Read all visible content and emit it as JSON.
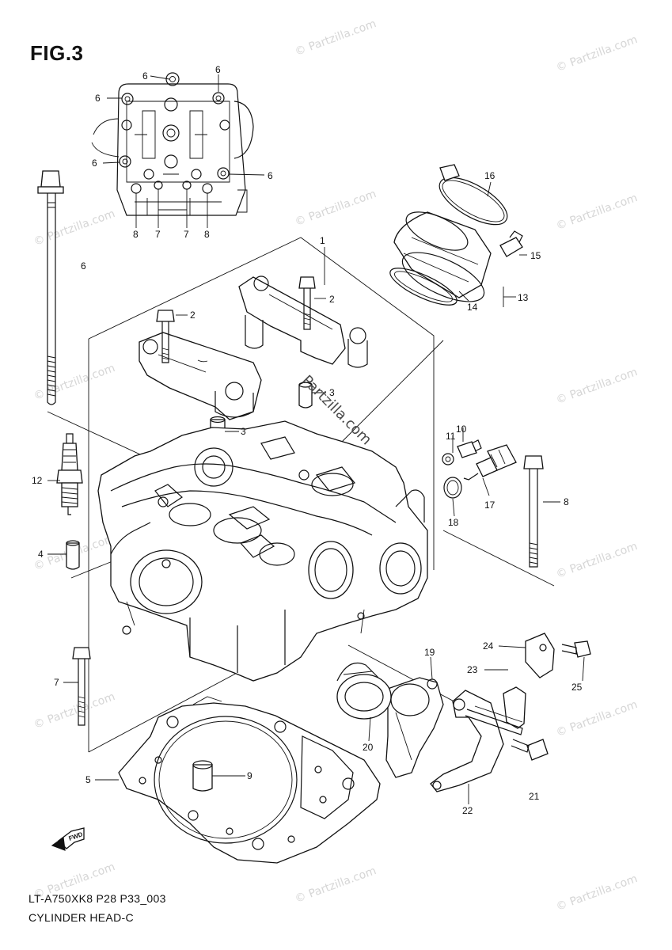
{
  "figure": {
    "title": "FIG.3",
    "model_code": "LT-A750XK8 P28 P33_003",
    "name": "CYLINDER HEAD-C",
    "watermark": "© Partzilla.com",
    "center_watermark": "Partzilla.com",
    "fwd_arrow": "FWD"
  },
  "callouts": {
    "c1": "1",
    "c2a": "2",
    "c2b": "2",
    "c3a": "3",
    "c3b": "3",
    "c4": "4",
    "c5": "5",
    "c6": "6",
    "c6a": "6",
    "c6b": "6",
    "c6c": "6",
    "c6d": "6",
    "c6e": "6",
    "c7": "7",
    "c7a": "7",
    "c7b": "7",
    "c8": "8",
    "c8a": "8",
    "c8b": "8",
    "c9": "9",
    "c10": "10",
    "c11": "11",
    "c12": "12",
    "c13": "13",
    "c14": "14",
    "c15": "15",
    "c16": "16",
    "c17": "17",
    "c18": "18",
    "c19": "19",
    "c20": "20",
    "c21": "21",
    "c22": "22",
    "c23": "23",
    "c24": "24",
    "c25": "25"
  },
  "colors": {
    "line": "#111111",
    "watermark": "#d6d6d6",
    "background": "#ffffff"
  }
}
